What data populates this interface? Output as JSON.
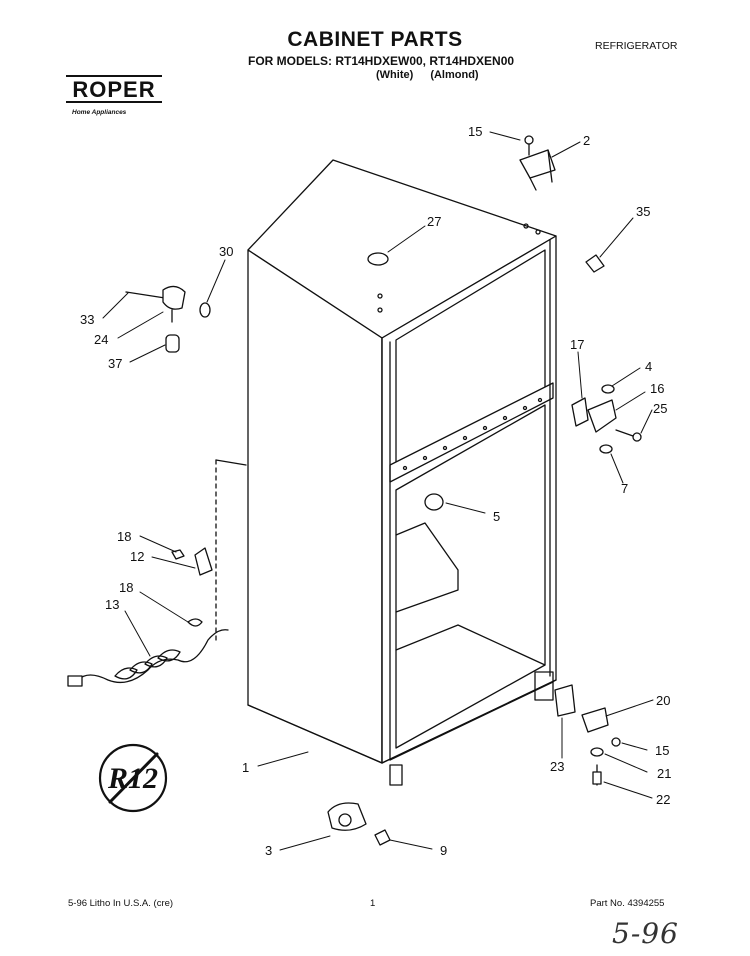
{
  "header": {
    "title": "CABINET PARTS",
    "subtitle": "FOR MODELS: RT14HDXEW00, RT14HDXEN00",
    "variants": "(White)   (Almond)",
    "category": "REFRIGERATOR"
  },
  "brand": {
    "logo_text": "ROPER",
    "tagline": "Home Appliances"
  },
  "diagram": {
    "callouts": [
      {
        "id": "c15a",
        "label": "15"
      },
      {
        "id": "c2",
        "label": "2"
      },
      {
        "id": "c35",
        "label": "35"
      },
      {
        "id": "c27",
        "label": "27"
      },
      {
        "id": "c30",
        "label": "30"
      },
      {
        "id": "c33",
        "label": "33"
      },
      {
        "id": "c24",
        "label": "24"
      },
      {
        "id": "c37",
        "label": "37"
      },
      {
        "id": "c17",
        "label": "17"
      },
      {
        "id": "c4",
        "label": "4"
      },
      {
        "id": "c16",
        "label": "16"
      },
      {
        "id": "c25",
        "label": "25"
      },
      {
        "id": "c7",
        "label": "7"
      },
      {
        "id": "c5",
        "label": "5"
      },
      {
        "id": "c18a",
        "label": "18"
      },
      {
        "id": "c12",
        "label": "12"
      },
      {
        "id": "c18b",
        "label": "18"
      },
      {
        "id": "c13",
        "label": "13"
      },
      {
        "id": "c20",
        "label": "20"
      },
      {
        "id": "c15b",
        "label": "15"
      },
      {
        "id": "c23",
        "label": "23"
      },
      {
        "id": "c21",
        "label": "21"
      },
      {
        "id": "c22",
        "label": "22"
      },
      {
        "id": "c1",
        "label": "1"
      },
      {
        "id": "c3",
        "label": "3"
      },
      {
        "id": "c9",
        "label": "9"
      }
    ]
  },
  "footer": {
    "left": "5-96 Litho In U.S.A. (cre)",
    "page": "1",
    "part_no": "Part No. 4394255",
    "handwritten": "5-96"
  }
}
